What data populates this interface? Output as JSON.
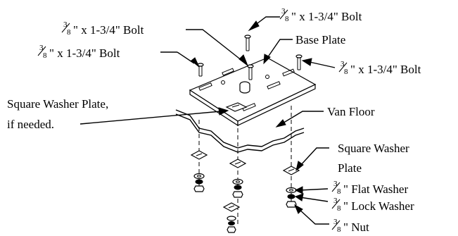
{
  "labels": {
    "bolt_top": {
      "frac_num": "3",
      "frac_den": "8",
      "text": "\" x 1-3/4\" Bolt"
    },
    "bolt_upper_left": {
      "frac_num": "3",
      "frac_den": "8",
      "text": "\" x 1-3/4\" Bolt"
    },
    "bolt_left": {
      "frac_num": "3",
      "frac_den": "8",
      "text": "\" x 1-3/4\" Bolt"
    },
    "bolt_right": {
      "frac_num": "3",
      "frac_den": "8",
      "text": "\" x 1-3/4\" Bolt"
    },
    "base_plate": "Base Plate",
    "square_washer_plate_needed_line1": "Square Washer Plate,",
    "square_washer_plate_needed_line2": "if needed.",
    "van_floor": "Van Floor",
    "square_washer_plate_line1": "Square Washer",
    "square_washer_plate_line2": "Plate",
    "flat_washer": {
      "frac_num": "3",
      "frac_den": "8",
      "text": "\" Flat Washer"
    },
    "lock_washer": {
      "frac_num": "3",
      "frac_den": "8",
      "text": "\" Lock Washer"
    },
    "nut": {
      "frac_num": "3",
      "frac_den": "8",
      "text": "\" Nut"
    }
  }
}
